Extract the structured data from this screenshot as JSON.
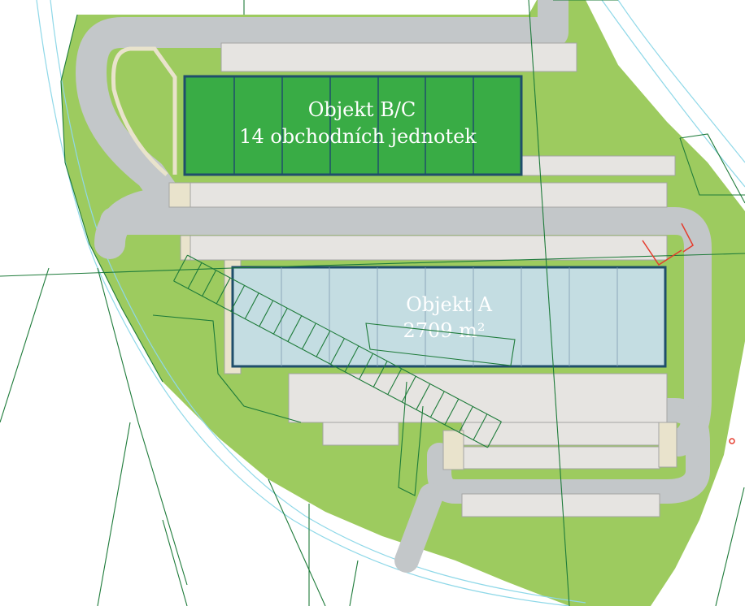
{
  "site_plan": {
    "buildings": [
      {
        "id": "objekt-bc",
        "name": "Objekt B/C",
        "detail": "14 obchodních jednotek",
        "fill": "#39ac45",
        "stroke": "#1f4e6b",
        "text_color": "#ffffff"
      },
      {
        "id": "objekt-a",
        "name": "Objekt A",
        "detail": "2709 m²",
        "fill": "#c4dde2",
        "stroke": "#1f4e6b",
        "text_color": "#ffffff"
      }
    ],
    "colors": {
      "greenery": "#9dcb5f",
      "road": "#c3c7c9",
      "parking": "#e6e4e1",
      "path": "#e9e3cc",
      "cadastre_line": "#1e7b3a",
      "waterline": "#8fd8e8",
      "marker": "#e53b2c"
    }
  }
}
